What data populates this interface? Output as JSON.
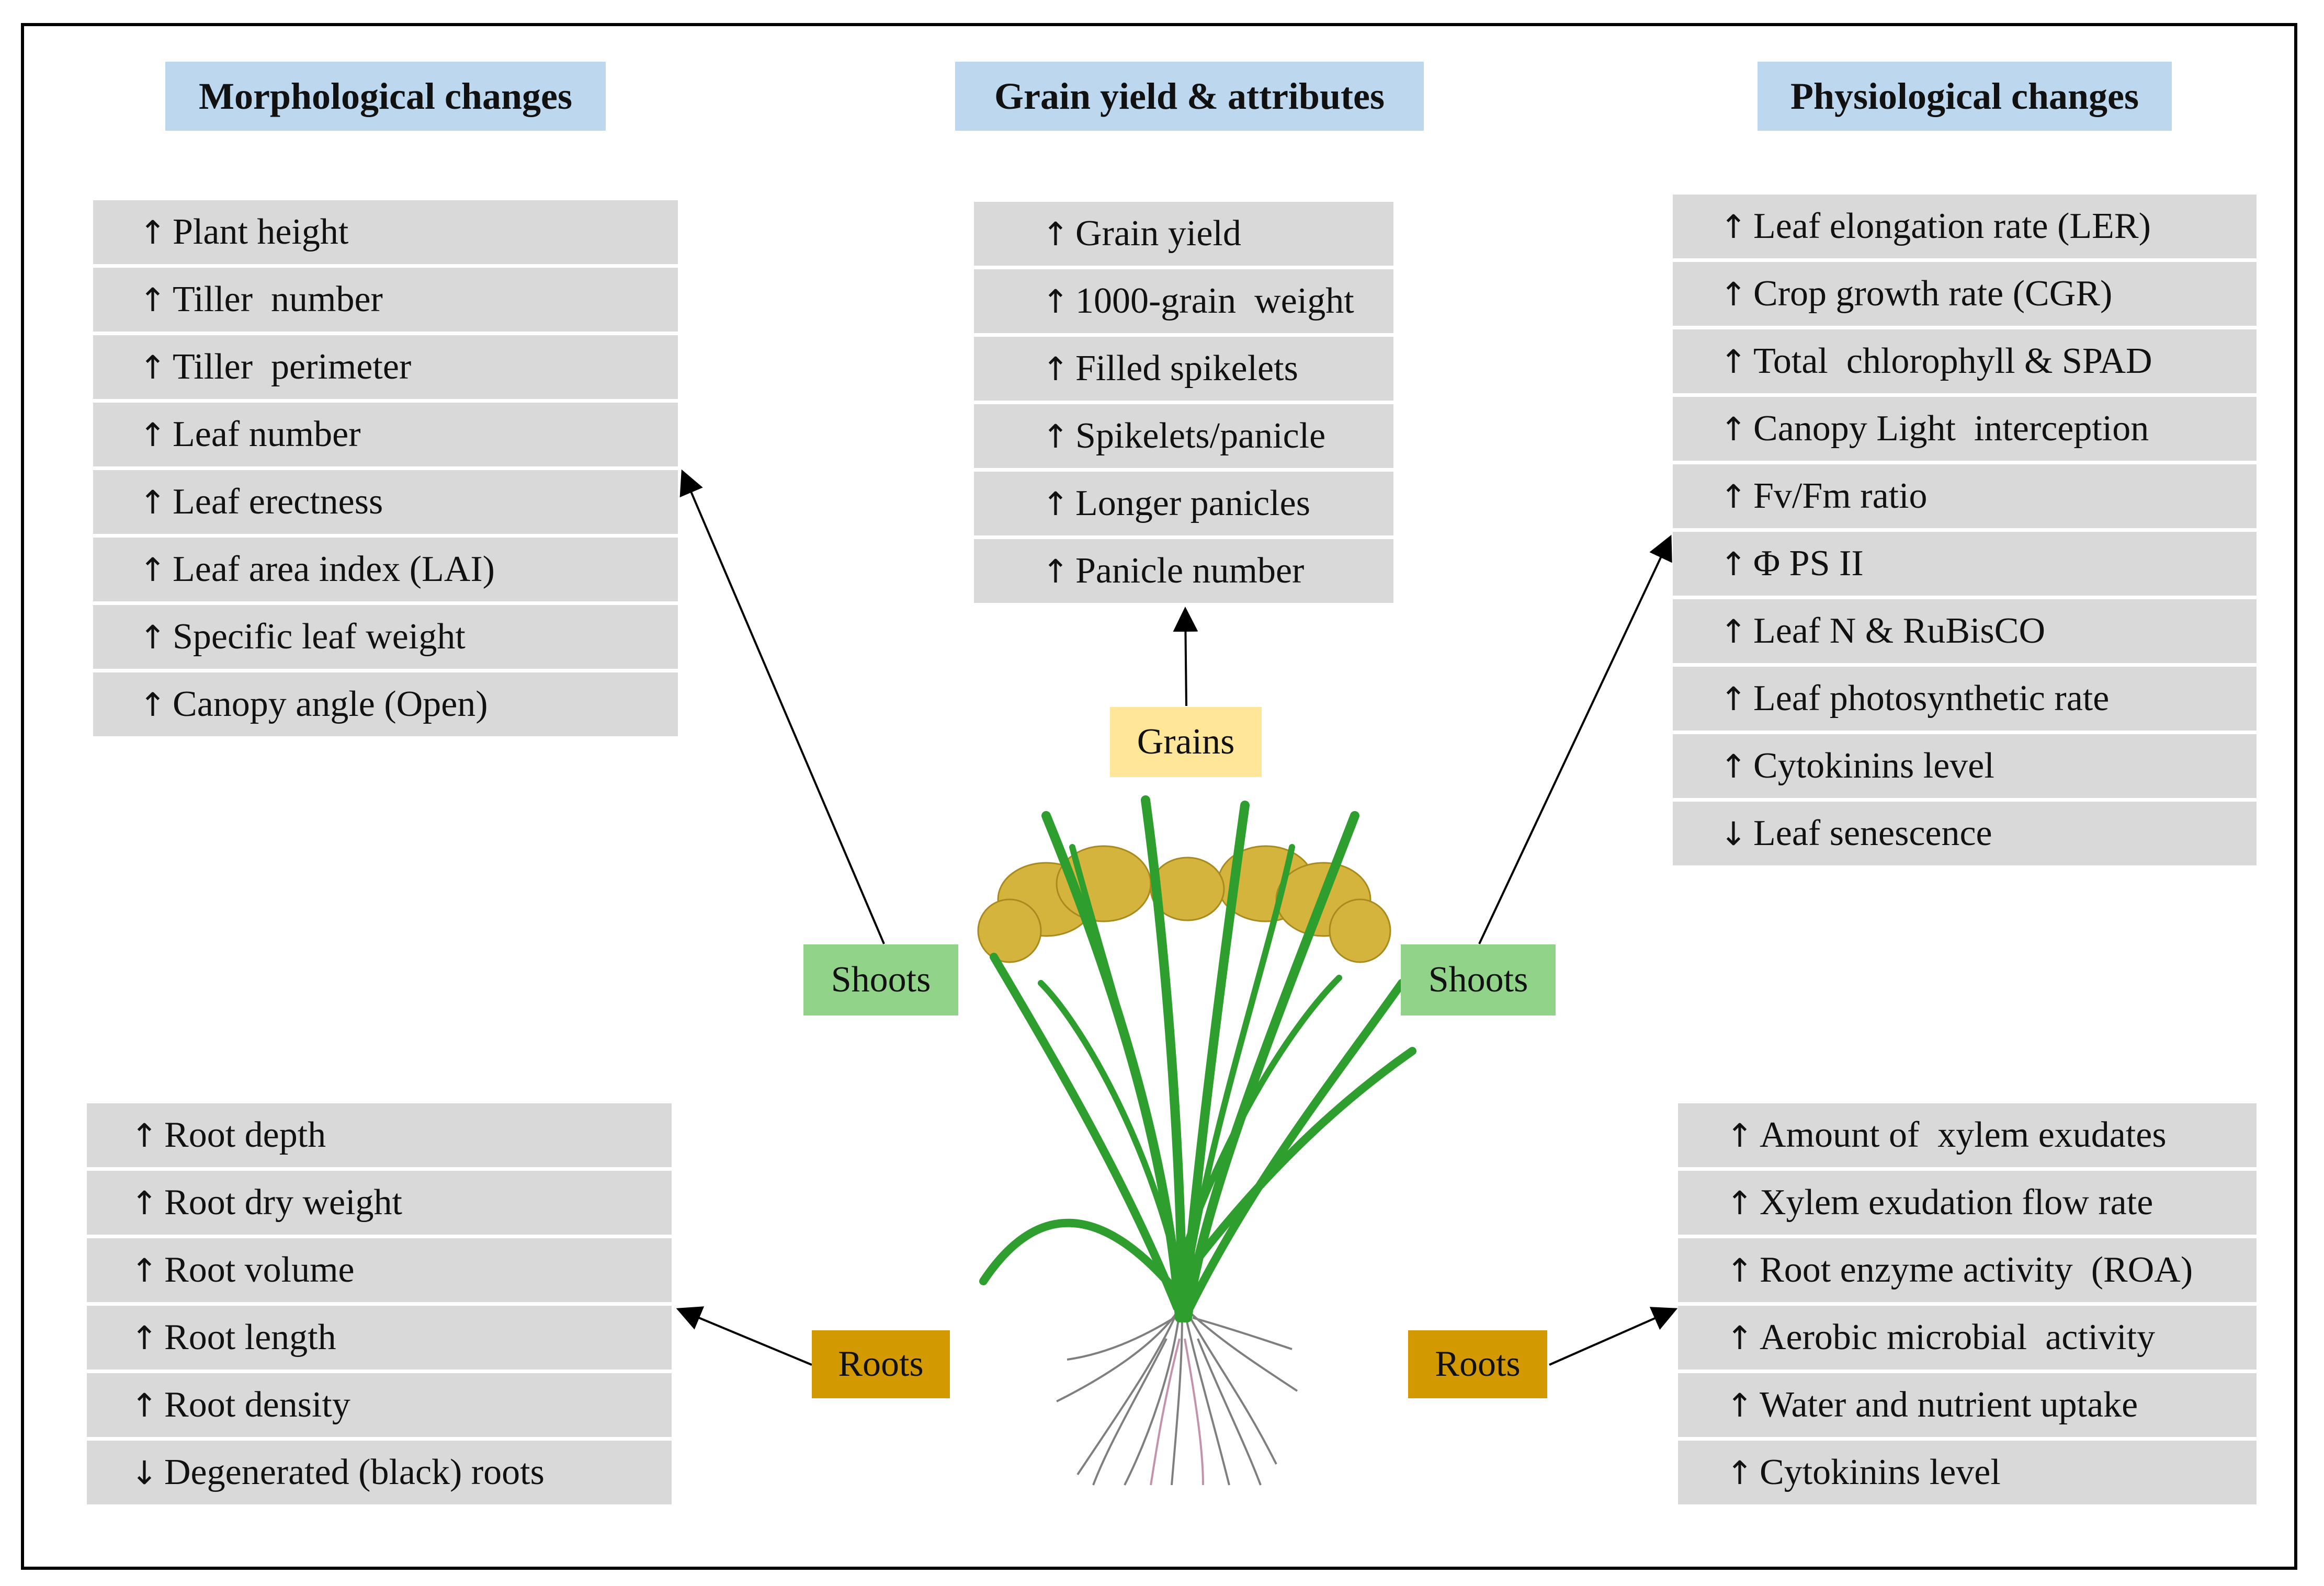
{
  "headers": {
    "morphological": "Morphological changes",
    "grain": "Grain yield & attributes",
    "physiological": "Physiological changes"
  },
  "morphological_items": [
    {
      "dir": "up",
      "text": "Plant height"
    },
    {
      "dir": "up",
      "text": "Tiller  number"
    },
    {
      "dir": "up",
      "text": "Tiller  perimeter"
    },
    {
      "dir": "up",
      "text": "Leaf number"
    },
    {
      "dir": "up",
      "text": "Leaf erectness"
    },
    {
      "dir": "up",
      "text": "Leaf area index (LAI)"
    },
    {
      "dir": "up",
      "text": "Specific leaf weight"
    },
    {
      "dir": "up",
      "text": "Canopy angle (Open)"
    }
  ],
  "grain_items": [
    {
      "dir": "up",
      "text": "Grain yield"
    },
    {
      "dir": "up",
      "text": "1000-grain  weight"
    },
    {
      "dir": "up",
      "text": "Filled spikelets"
    },
    {
      "dir": "up",
      "text": "Spikelets/panicle"
    },
    {
      "dir": "up",
      "text": "Longer panicles"
    },
    {
      "dir": "up",
      "text": "Panicle number"
    }
  ],
  "physiological_items": [
    {
      "dir": "up",
      "text": "Leaf elongation rate (LER)"
    },
    {
      "dir": "up",
      "text": "Crop growth rate (CGR)"
    },
    {
      "dir": "up",
      "text": "Total  chlorophyll & SPAD"
    },
    {
      "dir": "up",
      "text": "Canopy Light  interception"
    },
    {
      "dir": "up",
      "text": "Fv/Fm ratio"
    },
    {
      "dir": "up",
      "text": "Φ PS II"
    },
    {
      "dir": "up",
      "text": "Leaf N & RuBisCO"
    },
    {
      "dir": "up",
      "text": "Leaf photosynthetic rate"
    },
    {
      "dir": "up",
      "text": "Cytokinins level"
    },
    {
      "dir": "down",
      "text": "Leaf senescence"
    }
  ],
  "root_items_left": [
    {
      "dir": "up",
      "text": "Root depth"
    },
    {
      "dir": "up",
      "text": "Root dry weight"
    },
    {
      "dir": "up",
      "text": "Root volume"
    },
    {
      "dir": "up",
      "text": "Root length"
    },
    {
      "dir": "up",
      "text": "Root density"
    },
    {
      "dir": "down",
      "text": "Degenerated (black) roots"
    }
  ],
  "root_items_right": [
    {
      "dir": "up",
      "text": "Amount of  xylem exudates"
    },
    {
      "dir": "up",
      "text": "Xylem exudation flow rate"
    },
    {
      "dir": "up",
      "text": "Root enzyme activity  (ROA)"
    },
    {
      "dir": "up",
      "text": "Aerobic microbial  activity"
    },
    {
      "dir": "up",
      "text": "Water and nutrient uptake"
    },
    {
      "dir": "up",
      "text": "Cytokinins level"
    }
  ],
  "tags": {
    "grains": "Grains",
    "shoots_left": "Shoots",
    "shoots_right": "Shoots",
    "roots_left": "Roots",
    "roots_right": "Roots"
  },
  "arrow_glyphs": {
    "up": "↑",
    "down": "↓"
  },
  "colors": {
    "header_bg": "#bdd7ee",
    "item_bg": "#d9d9d9",
    "shoots_bg": "#92d38a",
    "grains_bg": "#ffe699",
    "roots_bg": "#d29a00",
    "leaf_green": "#2e9e2e",
    "panicle_gold": "#d4b43c"
  }
}
